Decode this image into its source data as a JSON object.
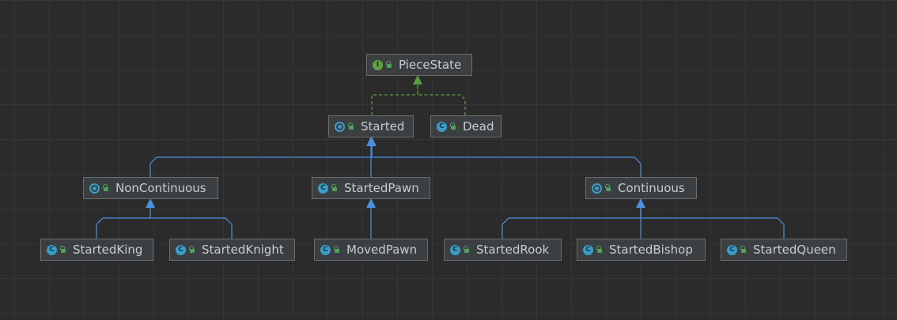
{
  "diagram": {
    "nodes": [
      {
        "id": "PieceState",
        "label": "PieceState",
        "kind": "interface",
        "icon": "interface-icon"
      },
      {
        "id": "Started",
        "label": "Started",
        "kind": "abstract",
        "icon": "abstract-class-icon"
      },
      {
        "id": "Dead",
        "label": "Dead",
        "kind": "class",
        "icon": "class-icon"
      },
      {
        "id": "NonContinuous",
        "label": "NonContinuous",
        "kind": "abstract",
        "icon": "abstract-class-icon"
      },
      {
        "id": "StartedPawn",
        "label": "StartedPawn",
        "kind": "class",
        "icon": "class-icon"
      },
      {
        "id": "Continuous",
        "label": "Continuous",
        "kind": "abstract",
        "icon": "abstract-class-icon"
      },
      {
        "id": "StartedKing",
        "label": "StartedKing",
        "kind": "class",
        "icon": "class-icon"
      },
      {
        "id": "StartedKnight",
        "label": "StartedKnight",
        "kind": "class",
        "icon": "class-icon"
      },
      {
        "id": "MovedPawn",
        "label": "MovedPawn",
        "kind": "class",
        "icon": "class-icon"
      },
      {
        "id": "StartedRook",
        "label": "StartedRook",
        "kind": "class",
        "icon": "class-icon"
      },
      {
        "id": "StartedBishop",
        "label": "StartedBishop",
        "kind": "class",
        "icon": "class-icon"
      },
      {
        "id": "StartedQueen",
        "label": "StartedQueen",
        "kind": "class",
        "icon": "class-icon"
      }
    ],
    "edges": [
      {
        "from": "Started",
        "to": "PieceState",
        "type": "implements"
      },
      {
        "from": "Dead",
        "to": "PieceState",
        "type": "implements"
      },
      {
        "from": "NonContinuous",
        "to": "Started",
        "type": "extends"
      },
      {
        "from": "StartedPawn",
        "to": "Started",
        "type": "extends"
      },
      {
        "from": "Continuous",
        "to": "Started",
        "type": "extends"
      },
      {
        "from": "StartedKing",
        "to": "NonContinuous",
        "type": "extends"
      },
      {
        "from": "StartedKnight",
        "to": "NonContinuous",
        "type": "extends"
      },
      {
        "from": "MovedPawn",
        "to": "StartedPawn",
        "type": "extends"
      },
      {
        "from": "StartedRook",
        "to": "Continuous",
        "type": "extends"
      },
      {
        "from": "StartedBishop",
        "to": "Continuous",
        "type": "extends"
      },
      {
        "from": "StartedQueen",
        "to": "Continuous",
        "type": "extends"
      }
    ],
    "colors": {
      "extends": "#4a8fe0",
      "implements": "#5c9e43",
      "class_icon": "#3b9ec7",
      "interface_icon": "#62a043",
      "visibility_icon": "#4fa05a"
    }
  }
}
